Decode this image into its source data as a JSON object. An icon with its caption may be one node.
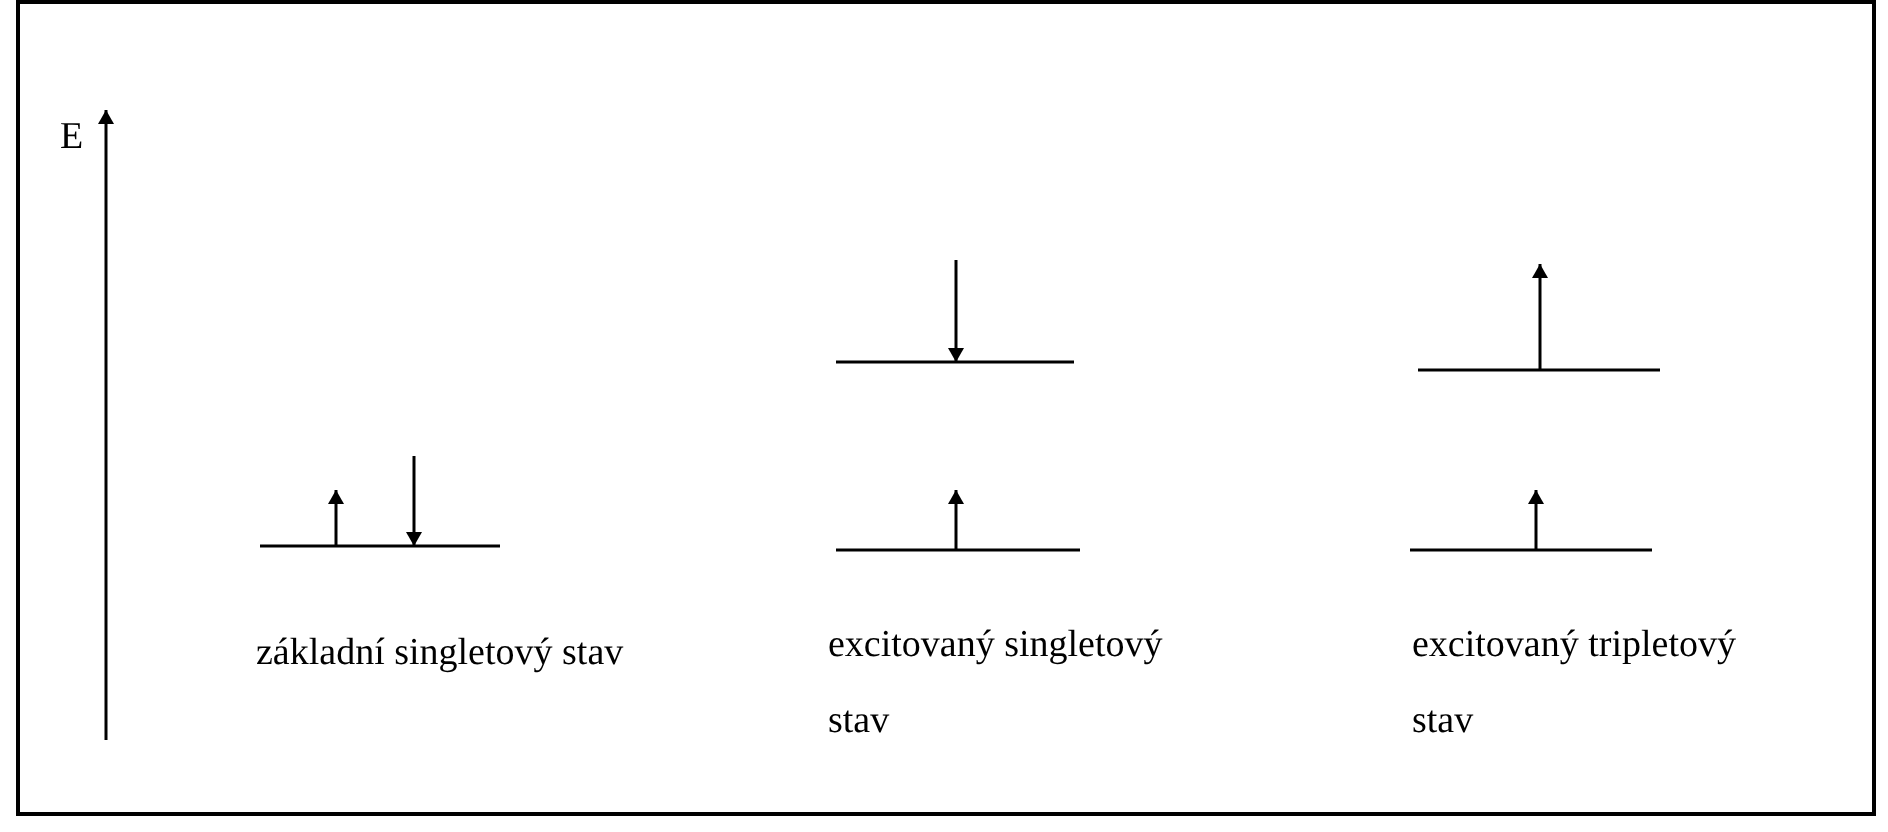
{
  "diagram": {
    "labels": [
      "E",
      "základní singletový stav",
      "excitovaný singletový stav",
      "excitovaný tripletový stav"
    ]
  }
}
